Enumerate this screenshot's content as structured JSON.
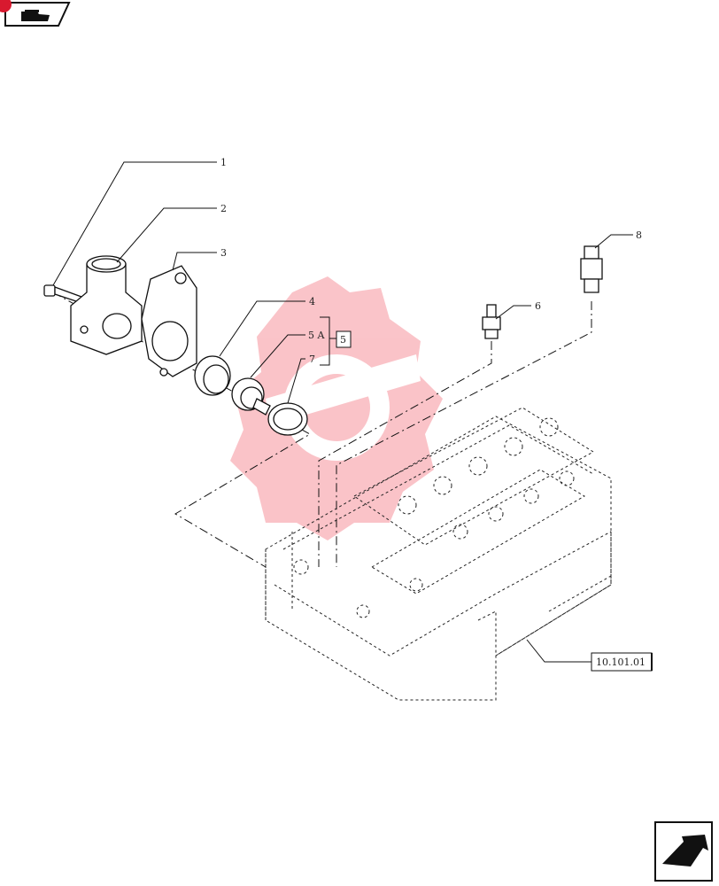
{
  "callouts": [
    {
      "id": "1",
      "text": "1"
    },
    {
      "id": "2",
      "text": "2"
    },
    {
      "id": "3",
      "text": "3"
    },
    {
      "id": "4",
      "text": "4"
    },
    {
      "id": "5A",
      "text": "5 A"
    },
    {
      "id": "7",
      "text": "7"
    },
    {
      "id": "6",
      "text": "6"
    },
    {
      "id": "8",
      "text": "8"
    }
  ],
  "group_label": "5",
  "reference_box": "10.101.01",
  "colors": {
    "badge": "#d8192f",
    "watermark": "#ef3b4c",
    "line": "#111111"
  },
  "icons": [
    "book-nav-icon",
    "next-page-arrow-icon",
    "watermark-logo"
  ]
}
